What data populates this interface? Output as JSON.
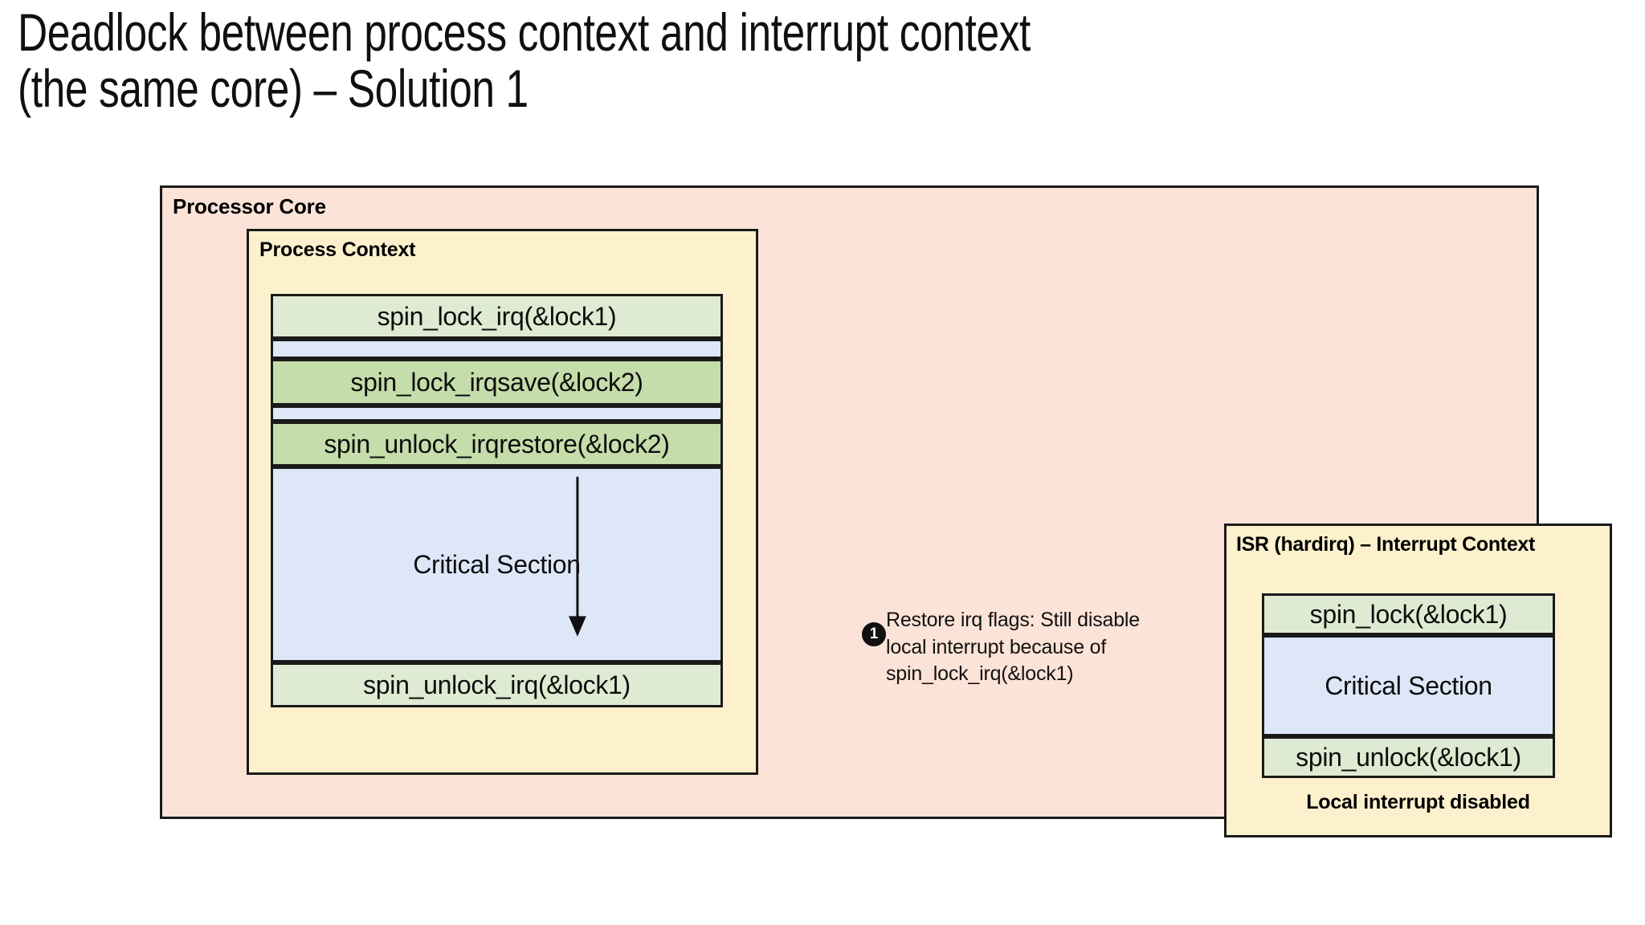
{
  "slide": {
    "title": "Deadlock between process context and interrupt context\n(the same core) – Solution 1"
  },
  "colors": {
    "processor_core_fill": "#fce3d7",
    "context_fill": "#fdf1cd",
    "lock_light_green": "#deead2",
    "lock_mid_green": "#c4ddaa",
    "critical_section_blue": "#dee7f7",
    "border": "#1a1a1a",
    "marker_fill": "#111111",
    "marker_text": "#ffffff"
  },
  "processor_core": {
    "label": "Processor Core",
    "process_context": {
      "label": "Process Context",
      "blocks": [
        {
          "text": "spin_lock_irq(&lock1)",
          "style": "light-green"
        },
        {
          "text": "",
          "style": "blue-gap"
        },
        {
          "text": "spin_lock_irqsave(&lock2)",
          "style": "mid-green"
        },
        {
          "text": "",
          "style": "blue-gap"
        },
        {
          "text": "spin_unlock_irqrestore(&lock2)",
          "style": "mid-green"
        },
        {
          "text": "Critical Section",
          "style": "blue"
        },
        {
          "text": "spin_unlock_irq(&lock1)",
          "style": "light-green"
        }
      ],
      "flow_arrow": "down-arrow"
    },
    "isr": {
      "label": "ISR (hardirq) – Interrupt Context",
      "blocks": [
        {
          "text": "spin_lock(&lock1)",
          "style": "light-green"
        },
        {
          "text": "Critical Section",
          "style": "blue"
        },
        {
          "text": "spin_unlock(&lock1)",
          "style": "light-green"
        }
      ],
      "footer": "Local interrupt disabled"
    },
    "callouts": [
      {
        "marker": "1",
        "text": "Restore irq flags: Still disable\nlocal interrupt because of\nspin_lock_irq(&lock1)"
      }
    ]
  }
}
